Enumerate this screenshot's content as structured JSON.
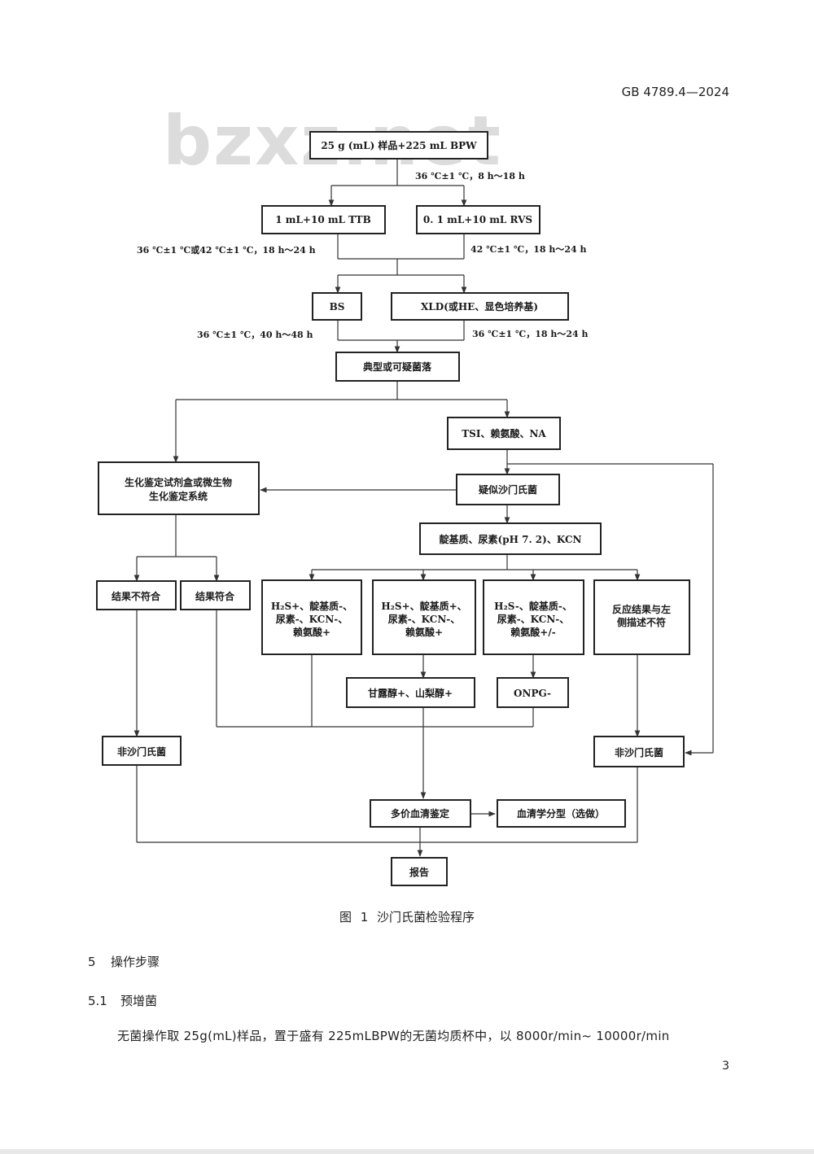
{
  "header": {
    "standard_code": "GB 4789.4—2024"
  },
  "watermark": {
    "text": "bzxz.net"
  },
  "flowchart": {
    "boxes": {
      "sample": "25 g (mL) 样品+225 mL BPW",
      "ttb": "1 mL+10 mL TTB",
      "rvs": "0. 1 mL+10 mL RVS",
      "bs": "BS",
      "xld": "XLD(或HE、显色培养基)",
      "typical": "典型或可疑菌落",
      "tsi": "TSI、赖氨酸、NA",
      "biochem_1": "生化鉴定试剂盒或微生物",
      "biochem_2": "生化鉴定系统",
      "suspect": "疑似沙门氏菌",
      "indole": "靛基质、尿素(pH 7. 2)、KCN",
      "mismatch": "结果不符合",
      "match": "结果符合",
      "r1_1": "H₂S+、靛基质-、",
      "r1_2": "尿素-、KCN-、",
      "r1_3": "赖氨酸+",
      "r2_1": "H₂S+、靛基质+、",
      "r2_2": "尿素-、KCN-、",
      "r2_3": "赖氨酸+",
      "r3_1": "H₂S-、靛基质-、",
      "r3_2": "尿素-、KCN-、",
      "r3_3": "赖氨酸+/-",
      "r4_1": "反应结果与左",
      "r4_2": "侧描述不符",
      "mannitol": "甘露醇+、山梨醇+",
      "onpg": "ONPG-",
      "non_left": "非沙门氏菌",
      "non_right": "非沙门氏菌",
      "serum": "多价血清鉴定",
      "serotype": "血清学分型（选做）",
      "report": "报告"
    },
    "conditions": {
      "c1": "36 ℃±1 ℃，8 h～18 h",
      "c2": "36 ℃±1 ℃或42 ℃±1 ℃，18 h～24 h",
      "c3": "42 ℃±1 ℃，18 h～24 h",
      "c4": "36 ℃±1 ℃，40 h～48 h",
      "c5": "36 ℃±1 ℃，18 h～24 h"
    },
    "caption": "图 1  沙门氏菌检验程序"
  },
  "sections": {
    "s5_num": "5",
    "s5_title": "操作步骤",
    "s51_num": "5.1",
    "s51_title": "预增菌",
    "paragraph": "无菌操作取 25g(mL)样品，置于盛有 225mLBPW的无菌均质杯中，以 8000r/min~ 10000r/min"
  },
  "footer": {
    "page_number": "3"
  }
}
